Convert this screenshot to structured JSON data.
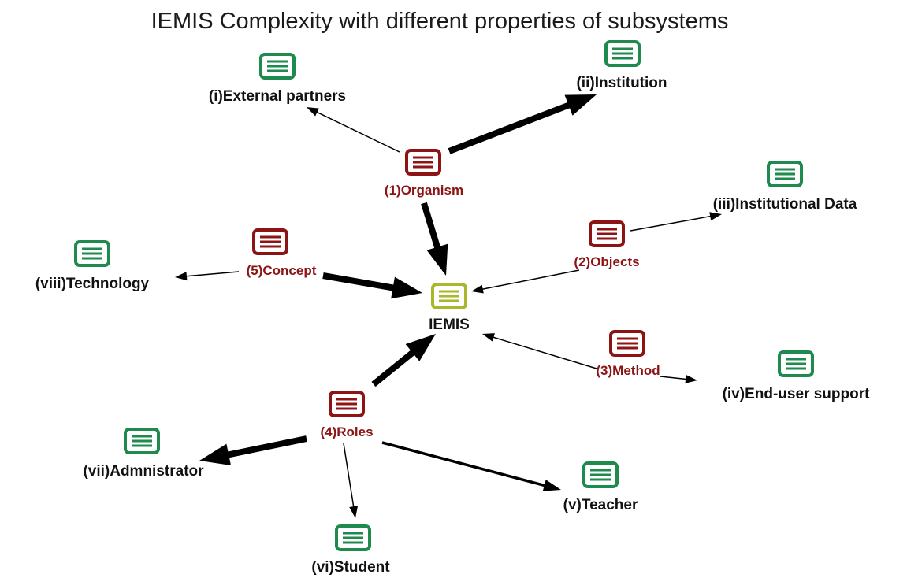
{
  "title": "IEMIS Complexity with different properties of subsystems",
  "colors": {
    "title": "#1a1a1a",
    "center": "#a8b82a",
    "property": "#8c1414",
    "subsystem": "#1e8a4e",
    "label_dark": "#111111",
    "edge": "#000000"
  },
  "nodes": {
    "iemis": {
      "label": "IEMIS",
      "kind": "center"
    },
    "organism": {
      "label": "(1)Organism",
      "kind": "property"
    },
    "objects": {
      "label": "(2)Objects",
      "kind": "property"
    },
    "method": {
      "label": "(3)Method",
      "kind": "property"
    },
    "roles": {
      "label": "(4)Roles",
      "kind": "property"
    },
    "concept": {
      "label": "(5)Concept",
      "kind": "property"
    },
    "external_partners": {
      "label": "(i)External partners",
      "kind": "subsystem"
    },
    "institution": {
      "label": "(ii)Institution",
      "kind": "subsystem"
    },
    "institutional_data": {
      "label": "(iii)Institutional Data",
      "kind": "subsystem"
    },
    "end_user_support": {
      "label": "(iv)End-user support",
      "kind": "subsystem"
    },
    "teacher": {
      "label": "(v)Teacher",
      "kind": "subsystem"
    },
    "student": {
      "label": "(vi)Student",
      "kind": "subsystem"
    },
    "administrator": {
      "label": "(vii)Admnistrator",
      "kind": "subsystem"
    },
    "technology": {
      "label": "(viii)Technology",
      "kind": "subsystem"
    }
  },
  "edges": [
    {
      "from": "organism",
      "to": "external_partners",
      "weight": "thin"
    },
    {
      "from": "organism",
      "to": "institution",
      "weight": "heavy"
    },
    {
      "from": "organism",
      "to": "iemis",
      "weight": "heavy"
    },
    {
      "from": "objects",
      "to": "institutional_data",
      "weight": "thin"
    },
    {
      "from": "objects",
      "to": "iemis",
      "weight": "thin"
    },
    {
      "from": "method",
      "to": "iemis",
      "weight": "thin"
    },
    {
      "from": "method",
      "to": "end_user_support",
      "weight": "thin"
    },
    {
      "from": "roles",
      "to": "iemis",
      "weight": "heavy"
    },
    {
      "from": "roles",
      "to": "administrator",
      "weight": "heavy"
    },
    {
      "from": "roles",
      "to": "student",
      "weight": "thin"
    },
    {
      "from": "roles",
      "to": "teacher",
      "weight": "medium"
    },
    {
      "from": "concept",
      "to": "technology",
      "weight": "thin"
    },
    {
      "from": "concept",
      "to": "iemis",
      "weight": "heavy"
    }
  ]
}
